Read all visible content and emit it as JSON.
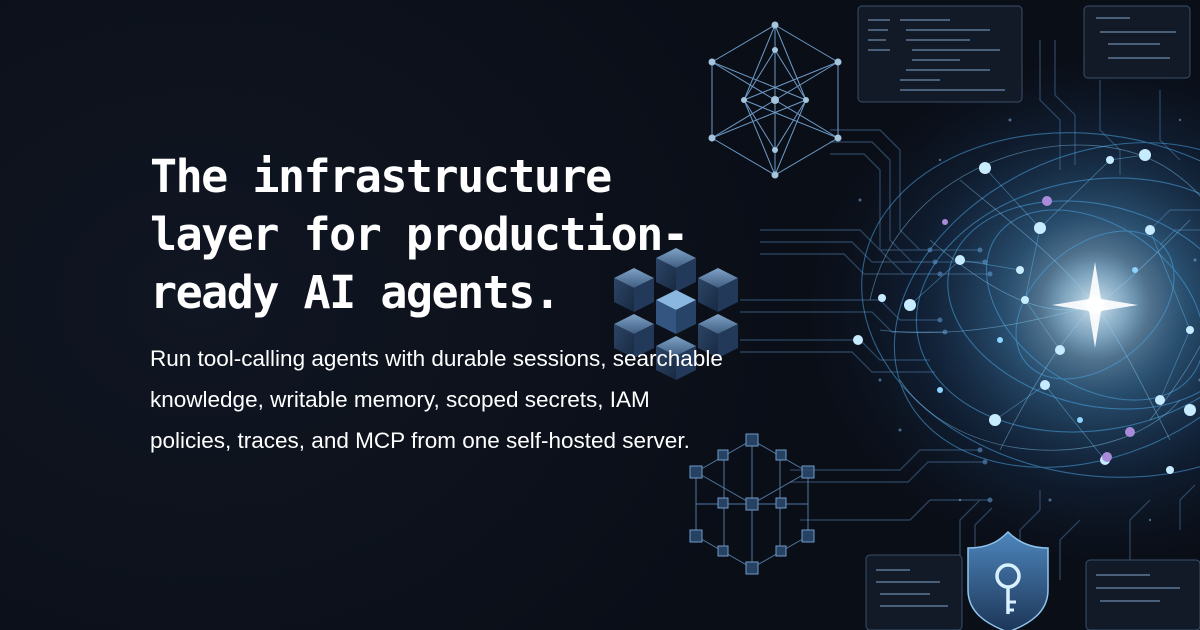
{
  "hero": {
    "headline": "The infrastructure layer for production-ready AI agents.",
    "subheadline": "Run tool-calling agents with durable sessions, searchable knowledge, writable memory, scoped secrets, IAM policies, traces, and MCP from one self-hosted server."
  },
  "colors": {
    "background": "#0a0e17",
    "text": "#ffffff",
    "accent_cyan": "#7fd8ff",
    "accent_violet": "#a98bd9"
  },
  "illustration": {
    "icons": [
      "network-polyhedron-icon",
      "server-cube-cluster-icon",
      "node-cube-icon",
      "code-panel-icon",
      "shield-key-icon",
      "neural-galaxy-graphic"
    ]
  }
}
